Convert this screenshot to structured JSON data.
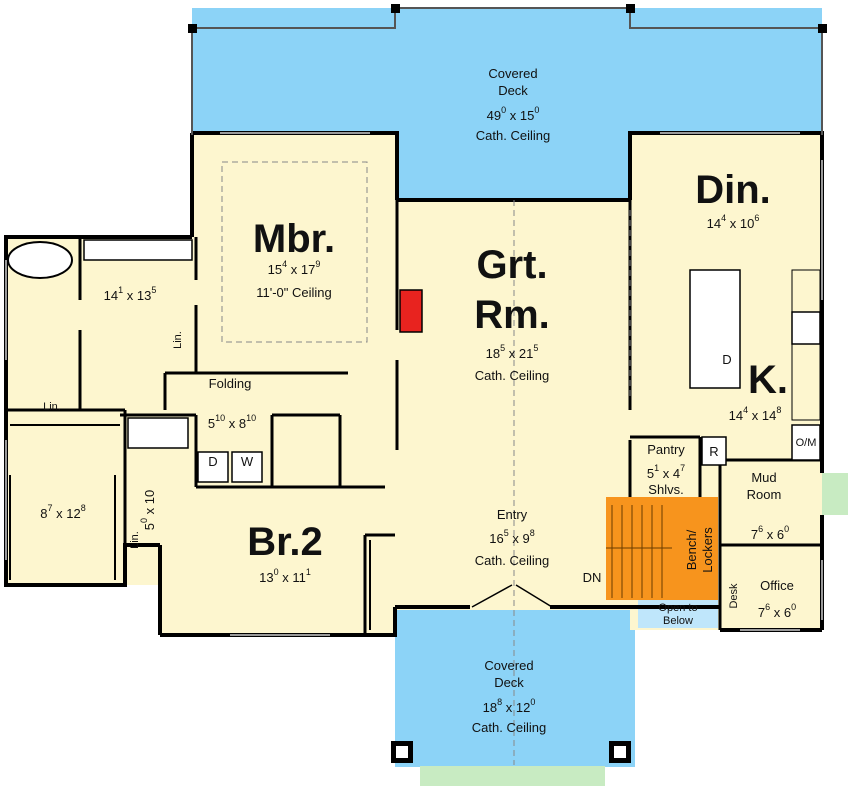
{
  "colors": {
    "deck": "#8cd3f7",
    "room": "#fdf6cf",
    "wall": "#000000",
    "stairs": "#f7941d",
    "fireplace": "#e8231f",
    "below": "#bfe6fb",
    "grass": "#c8ebc2"
  },
  "rooms": {
    "covered_deck_top": {
      "line1": "Covered",
      "line2": "Deck",
      "dim_a": "49",
      "sup_a": "0",
      "dim_b": "15",
      "sup_b": "0",
      "ceiling": "Cath. Ceiling"
    },
    "master": {
      "name": "Mbr.",
      "dim_a": "15",
      "sup_a": "4",
      "dim_b": "17",
      "sup_b": "9",
      "ceiling": "11'-0\" Ceiling"
    },
    "great_room": {
      "line1": "Grt.",
      "line2": "Rm.",
      "dim_a": "18",
      "sup_a": "5",
      "dim_b": "21",
      "sup_b": "5",
      "ceiling": "Cath. Ceiling"
    },
    "dining": {
      "name": "Din.",
      "dim_a": "14",
      "sup_a": "4",
      "dim_b": "10",
      "sup_b": "6"
    },
    "kitchen": {
      "name": "K.",
      "dim_a": "14",
      "sup_a": "4",
      "dim_b": "14",
      "sup_b": "8"
    },
    "master_bath": {
      "dim_a": "14",
      "sup_a": "1",
      "dim_b": "13",
      "sup_b": "5"
    },
    "laundry": {
      "label": "Folding",
      "dim_a": "5",
      "sup_a": "10",
      "dim_b": "8",
      "sup_b": "10",
      "dryer": "D",
      "washer": "W"
    },
    "closet": {
      "dim_a": "8",
      "sup_a": "7",
      "dim_b": "12",
      "sup_b": "8"
    },
    "bath2": {
      "dim_a": "5",
      "sup_a": "0",
      "dim_b": "10"
    },
    "bedroom2": {
      "name": "Br.2",
      "dim_a": "13",
      "sup_a": "0",
      "dim_b": "11",
      "sup_b": "1"
    },
    "entry": {
      "name": "Entry",
      "dim_a": "16",
      "sup_a": "5",
      "dim_b": "9",
      "sup_b": "8",
      "ceiling": "Cath. Ceiling"
    },
    "pantry": {
      "name": "Pantry",
      "dim_a": "5",
      "sup_a": "1",
      "dim_b": "4",
      "sup_b": "7",
      "note": "Shlvs."
    },
    "mud_room": {
      "line1": "Mud",
      "line2": "Room",
      "dim_a": "7",
      "sup_a": "6",
      "dim_b": "6",
      "sup_b": "0"
    },
    "office": {
      "name": "Office",
      "dim_a": "7",
      "sup_a": "6",
      "dim_b": "6",
      "sup_b": "0",
      "desk": "Desk"
    },
    "covered_deck_bottom": {
      "line1": "Covered",
      "line2": "Deck",
      "dim_a": "18",
      "sup_a": "8",
      "dim_b": "12",
      "sup_b": "0",
      "ceiling": "Cath. Ceiling"
    }
  },
  "labels": {
    "lin_master": "Lin.",
    "lin_hall": "Lin.",
    "lin_bath": "Lin.",
    "refrigerator": "R",
    "oven_micro": "O/M",
    "dishwasher": "D",
    "bench_line1": "Bench/",
    "bench_line2": "Lockers",
    "stairs_down": "DN",
    "open_below_line1": "Open to",
    "open_below_line2": "Below",
    "times": "x"
  }
}
